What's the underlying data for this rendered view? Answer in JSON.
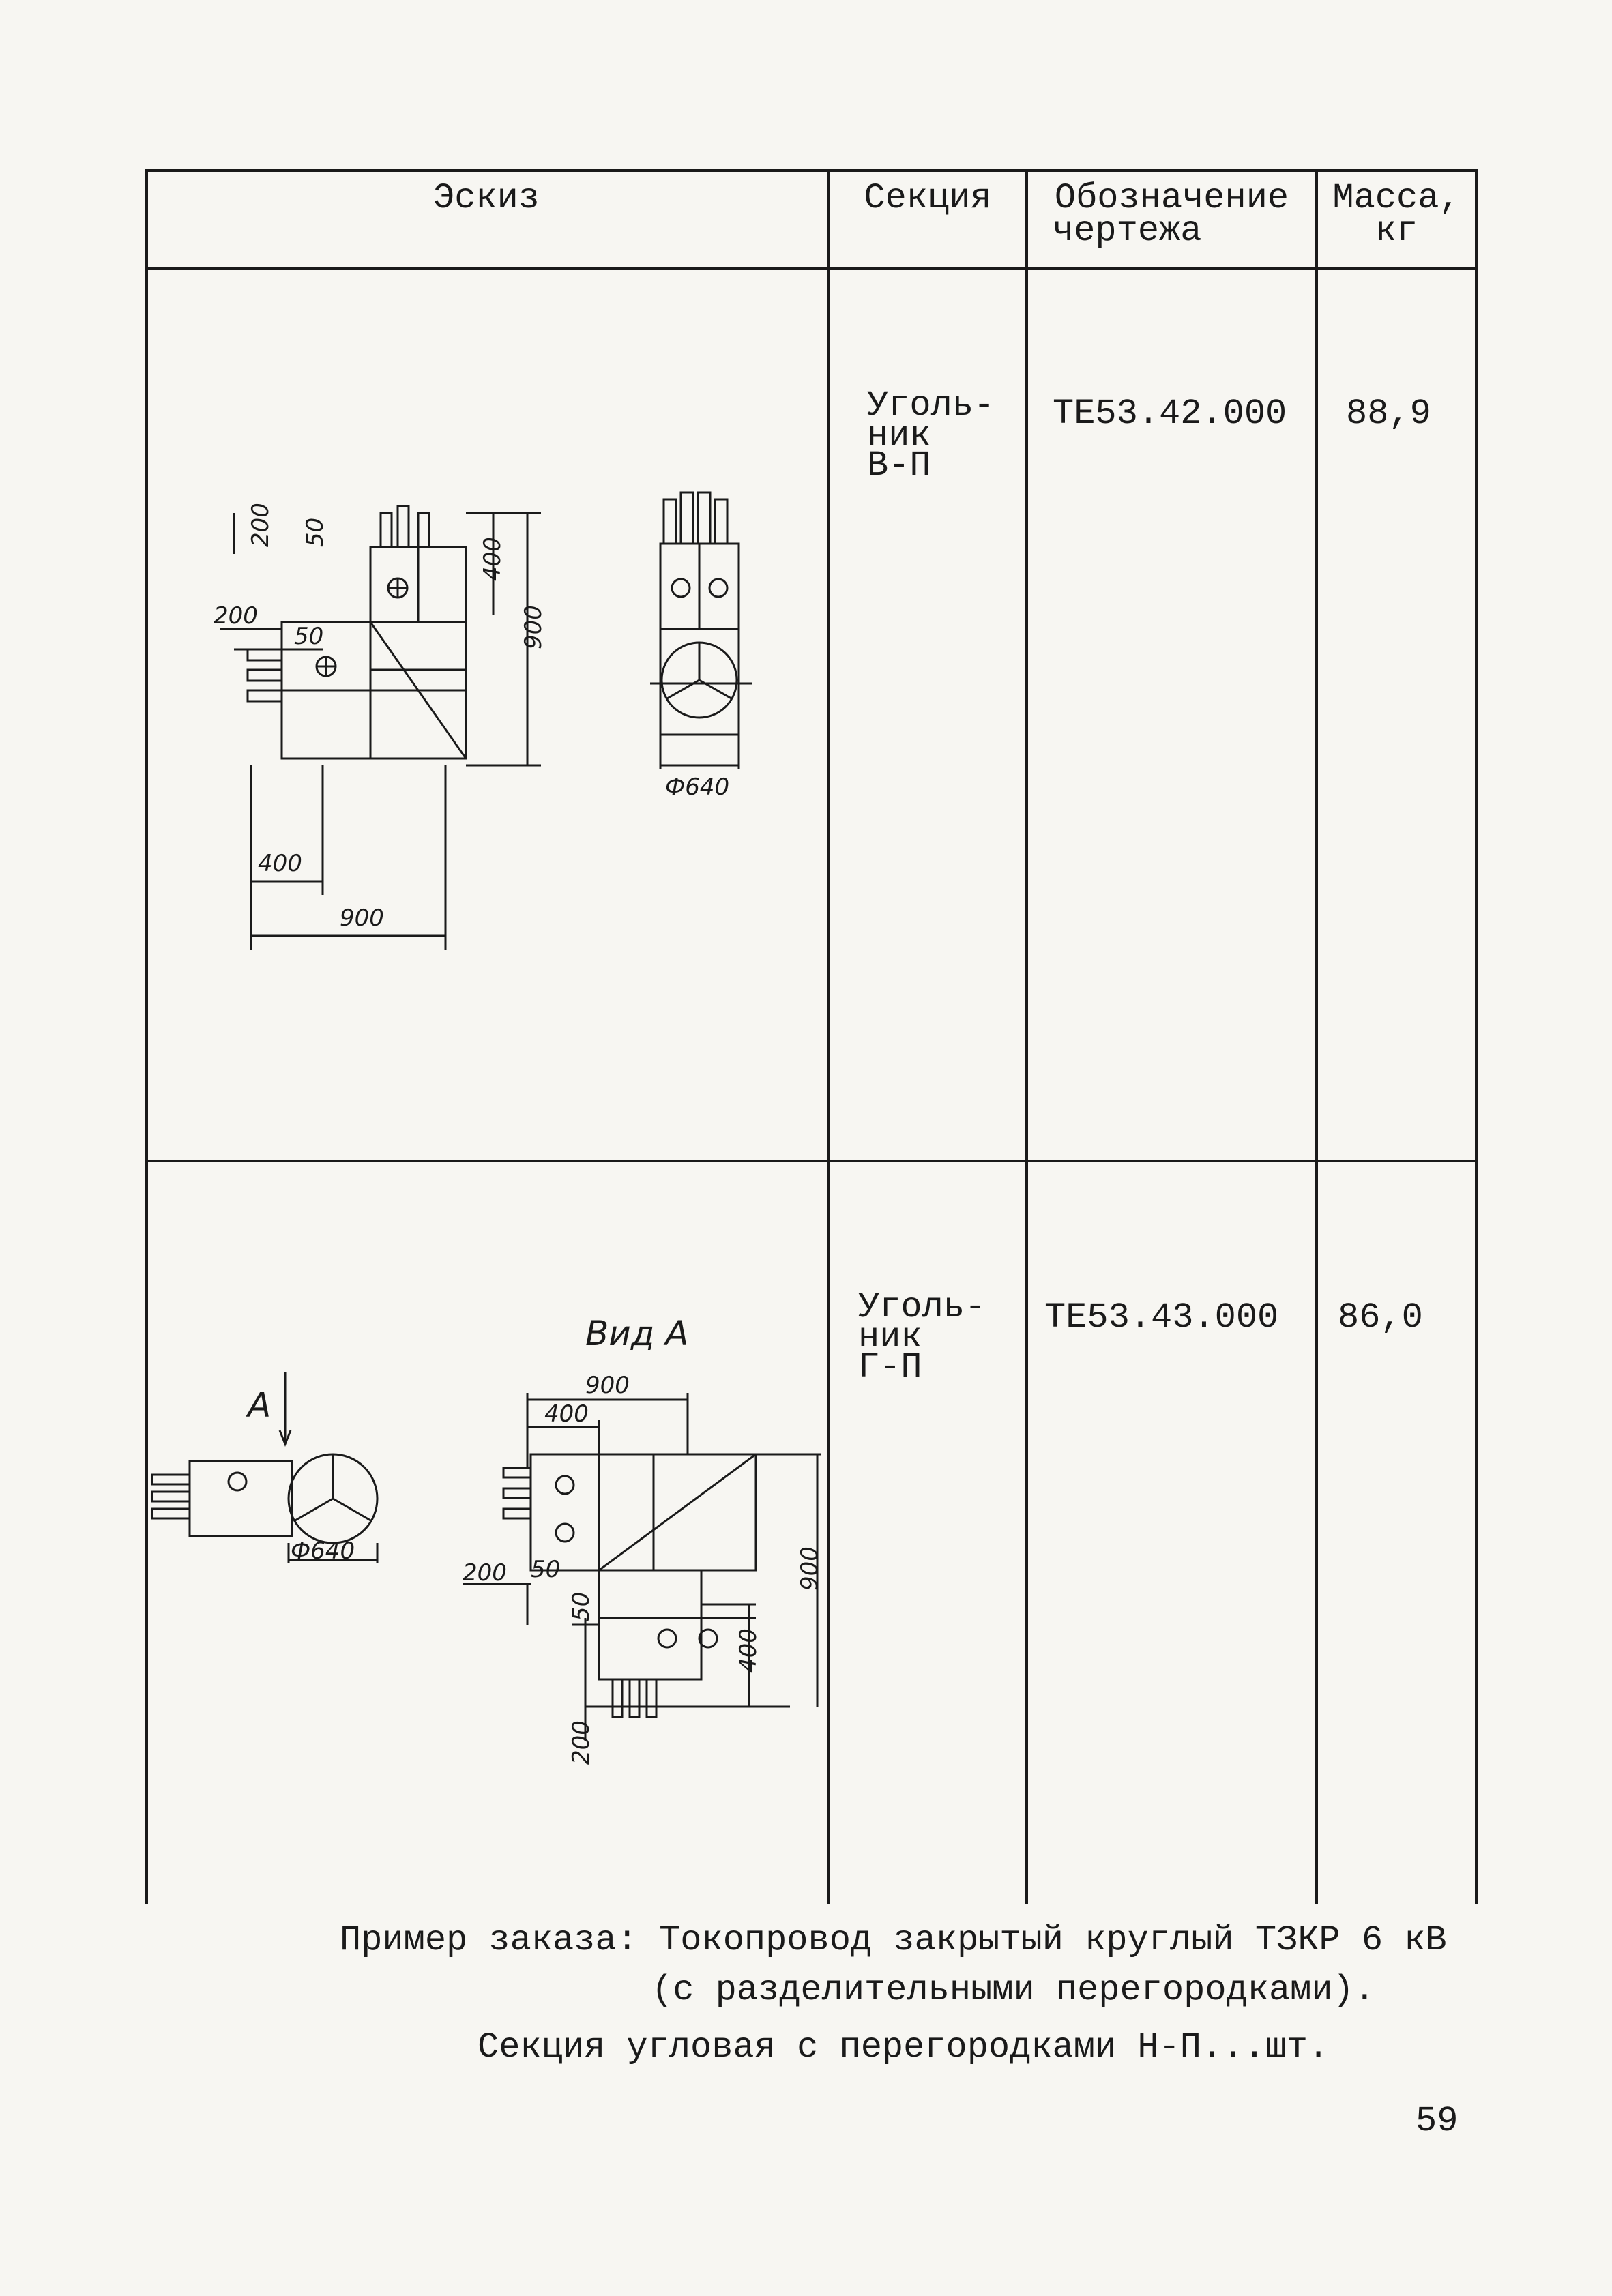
{
  "table": {
    "headers": {
      "sketch": "Эскиз",
      "section": "Секция",
      "drawing_line1": "Обозначение",
      "drawing_line2": "чертежа",
      "mass_line1": "Масса,",
      "mass_line2": "кг"
    },
    "rows": [
      {
        "section_line1": "Уголь-",
        "section_line2": "ник",
        "section_line3": "В-П",
        "drawing": "ТЕ53.42.000",
        "mass": "88,9",
        "sketch_labels": {
          "d200a": "200",
          "d50a": "50",
          "d400a": "400",
          "d900a": "900",
          "d200b": "200",
          "d50b": "50",
          "d400b": "400",
          "d900b": "900",
          "phi": "Ф640"
        }
      },
      {
        "section_line1": "Уголь-",
        "section_line2": "ник",
        "section_line3": "Г-П",
        "drawing": "ТЕ53.43.000",
        "mass": "86,0",
        "sketch_labels": {
          "view": "Вид А",
          "arrow": "А",
          "phi": "Ф640",
          "d900a": "900",
          "d400a": "400",
          "d50a": "50",
          "d200a": "200",
          "d50b": "50",
          "d400b": "400",
          "d900b": "900",
          "d200b": "200"
        }
      }
    ]
  },
  "footer": {
    "line1": "Пример заказа: Токопровод закрытый круглый ТЗКР 6 кВ",
    "line2": "(с разделительными перегородками).",
    "line3": "Секция угловая с перегородками Н-П...шт."
  },
  "page_number": "59"
}
